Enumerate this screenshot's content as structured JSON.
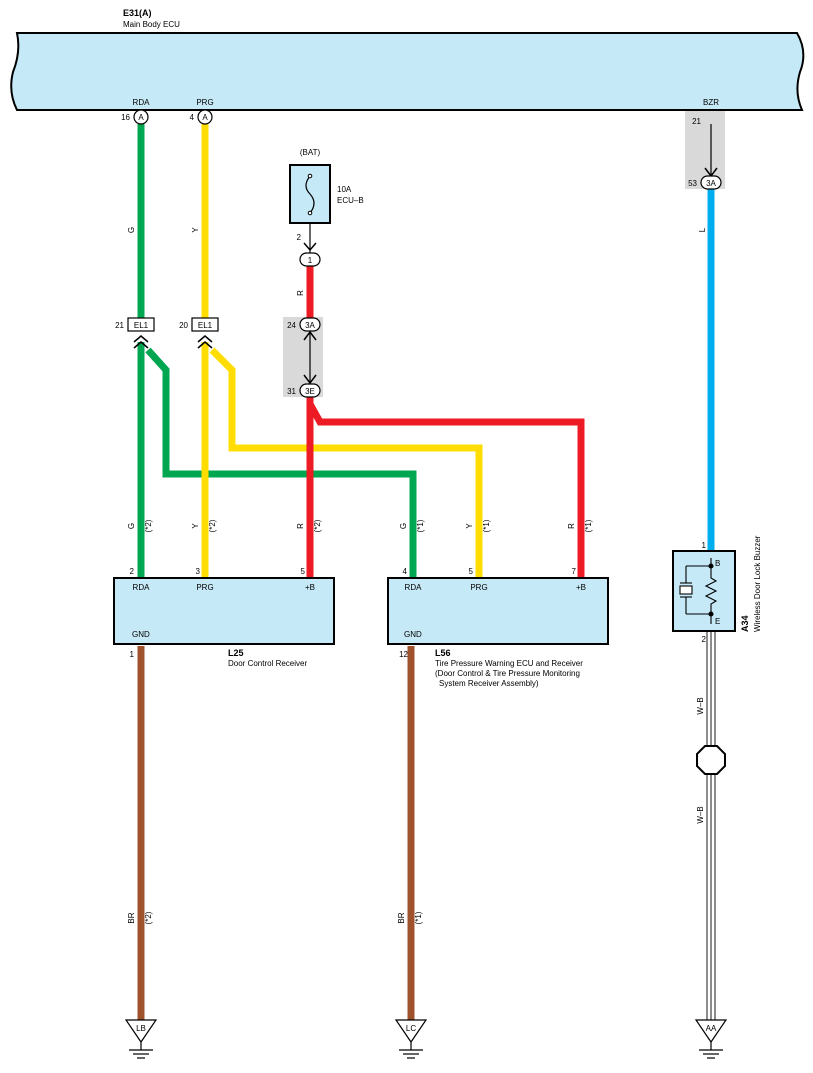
{
  "ecu": {
    "id": "E31(A)",
    "name": "Main Body ECU"
  },
  "ecu_pins": [
    {
      "label": "RDA",
      "pin": "16",
      "conn": "A"
    },
    {
      "label": "PRG",
      "pin": "4",
      "conn": "A"
    },
    {
      "label": "BZR",
      "pin": "21",
      "conn": "3A",
      "conn_pin": "53"
    }
  ],
  "fuse": {
    "source": "(BAT)",
    "rating": "10A",
    "name": "ECU–B",
    "pin": "2",
    "conn": "1"
  },
  "junction_red": {
    "top_pin": "24",
    "top_conn": "3A",
    "bottom_pin": "31",
    "bottom_conn": "3E"
  },
  "el1": [
    {
      "pin": "21",
      "label": "EL1"
    },
    {
      "pin": "20",
      "label": "EL1"
    }
  ],
  "wire_colors": {
    "G": "G",
    "Y": "Y",
    "R": "R",
    "L": "L",
    "BR": "BR",
    "WB": "W–B"
  },
  "notes": {
    "n1": "(*1)",
    "n2": "(*2)"
  },
  "colors": {
    "green": "#00a650",
    "yellow": "#ffdd00",
    "red": "#ed1c24",
    "blue": "#00aeef",
    "brown": "#a0522d",
    "ecu_fill": "#c6e9f7",
    "grey": "#d9d9d9"
  },
  "l25": {
    "id": "L25",
    "name": "Door Control Receiver",
    "pins": [
      {
        "n": "2",
        "label": "RDA"
      },
      {
        "n": "3",
        "label": "PRG"
      },
      {
        "n": "5",
        "label": "+B"
      }
    ],
    "gnd_pin": "1",
    "gnd_label": "GND"
  },
  "l56": {
    "id": "L56",
    "name_lines": [
      "Tire Pressure Warning ECU and Receiver",
      "(Door Control & Tire Pressure Monitoring",
      "System Receiver Assembly)"
    ],
    "pins": [
      {
        "n": "4",
        "label": "RDA"
      },
      {
        "n": "5",
        "label": "PRG"
      },
      {
        "n": "7",
        "label": "+B"
      }
    ],
    "gnd_pin": "12",
    "gnd_label": "GND"
  },
  "a34": {
    "id": "A34",
    "name": "Wireless Door Lock Buzzer",
    "pin_b": "1",
    "pin_e": "2",
    "term_b": "B",
    "term_e": "E"
  },
  "grounds": [
    {
      "label": "LB"
    },
    {
      "label": "LC"
    },
    {
      "label": "AA"
    }
  ]
}
